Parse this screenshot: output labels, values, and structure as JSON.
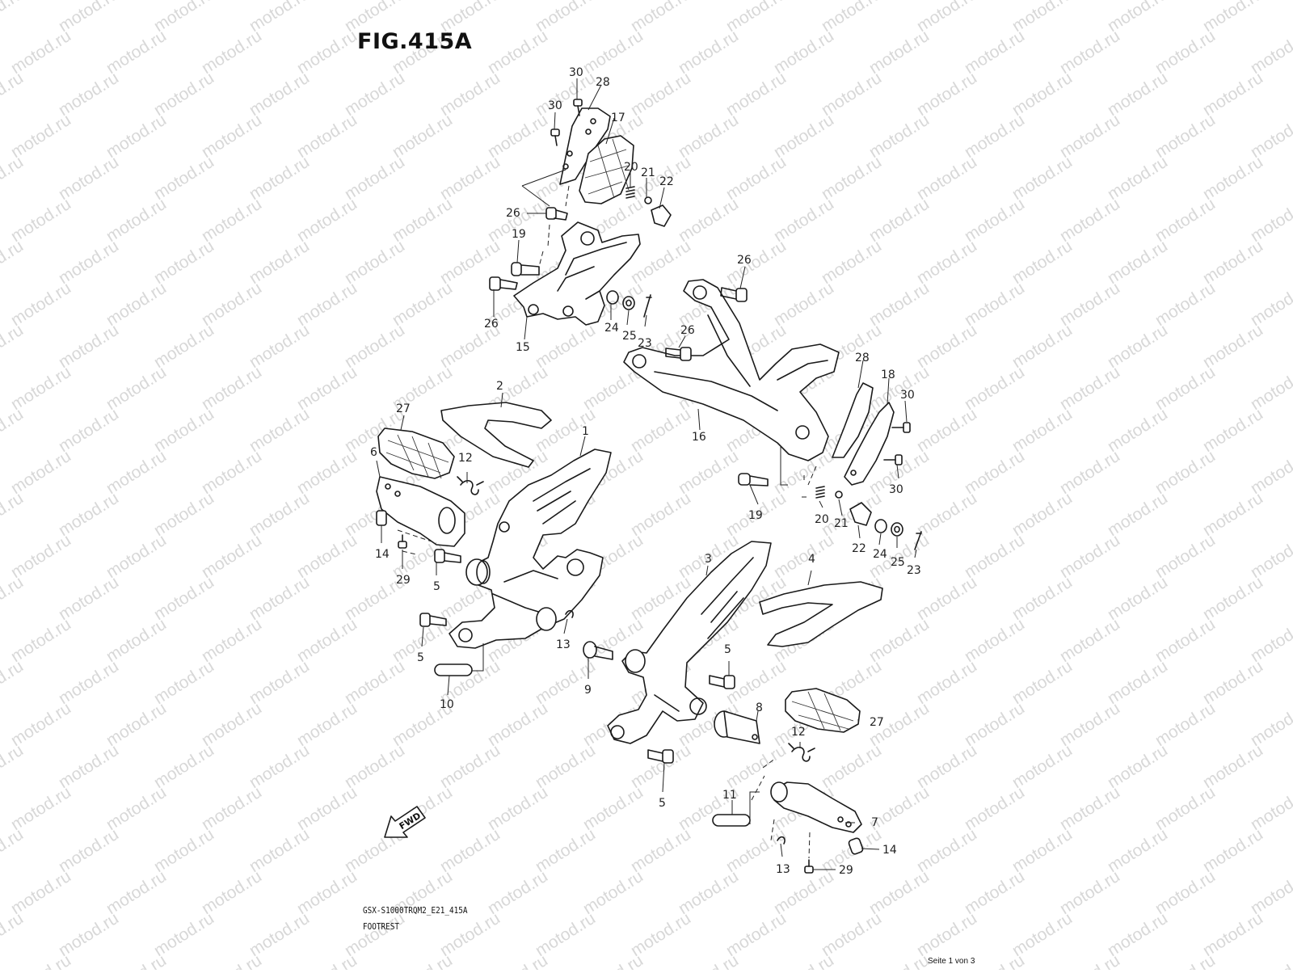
{
  "figure": {
    "title": "FIG.415A",
    "model_code": "GSX-S1000TRQM2_E21_415A",
    "section_name": "FOOTREST",
    "page_indicator": "Seite 1 von 3",
    "watermark": "motod.ru",
    "fwd_label": "FWD"
  },
  "callouts": [
    {
      "id": "c30a",
      "label": "30"
    },
    {
      "id": "c28a",
      "label": "28"
    },
    {
      "id": "c30b",
      "label": "30"
    },
    {
      "id": "c17",
      "label": "17"
    },
    {
      "id": "c20a",
      "label": "20"
    },
    {
      "id": "c21a",
      "label": "21"
    },
    {
      "id": "c22a",
      "label": "22"
    },
    {
      "id": "c26a",
      "label": "26"
    },
    {
      "id": "c19a",
      "label": "19"
    },
    {
      "id": "c26b",
      "label": "26"
    },
    {
      "id": "c15",
      "label": "15"
    },
    {
      "id": "c24a",
      "label": "24"
    },
    {
      "id": "c25a",
      "label": "25"
    },
    {
      "id": "c23a",
      "label": "23"
    },
    {
      "id": "c26c",
      "label": "26"
    },
    {
      "id": "c26d",
      "label": "26"
    },
    {
      "id": "c28b",
      "label": "28"
    },
    {
      "id": "c18",
      "label": "18"
    },
    {
      "id": "c30c",
      "label": "30"
    },
    {
      "id": "c30d",
      "label": "30"
    },
    {
      "id": "c16",
      "label": "16"
    },
    {
      "id": "c19b",
      "label": "19"
    },
    {
      "id": "c20b",
      "label": "20"
    },
    {
      "id": "c21b",
      "label": "21"
    },
    {
      "id": "c22b",
      "label": "22"
    },
    {
      "id": "c24b",
      "label": "24"
    },
    {
      "id": "c25b",
      "label": "25"
    },
    {
      "id": "c23b",
      "label": "23"
    },
    {
      "id": "c2",
      "label": "2"
    },
    {
      "id": "c27a",
      "label": "27"
    },
    {
      "id": "c1",
      "label": "1"
    },
    {
      "id": "c6",
      "label": "6"
    },
    {
      "id": "c12a",
      "label": "12"
    },
    {
      "id": "c14a",
      "label": "14"
    },
    {
      "id": "c29a",
      "label": "29"
    },
    {
      "id": "c5a",
      "label": "5"
    },
    {
      "id": "c13a",
      "label": "13"
    },
    {
      "id": "c5b",
      "label": "5"
    },
    {
      "id": "c10",
      "label": "10"
    },
    {
      "id": "c3",
      "label": "3"
    },
    {
      "id": "c4",
      "label": "4"
    },
    {
      "id": "c5c",
      "label": "5"
    },
    {
      "id": "c9",
      "label": "9"
    },
    {
      "id": "c8",
      "label": "8"
    },
    {
      "id": "c27b",
      "label": "27"
    },
    {
      "id": "c12b",
      "label": "12"
    },
    {
      "id": "c5d",
      "label": "5"
    },
    {
      "id": "c11",
      "label": "11"
    },
    {
      "id": "c7",
      "label": "7"
    },
    {
      "id": "c14b",
      "label": "14"
    },
    {
      "id": "c13b",
      "label": "13"
    },
    {
      "id": "c29b",
      "label": "29"
    }
  ]
}
